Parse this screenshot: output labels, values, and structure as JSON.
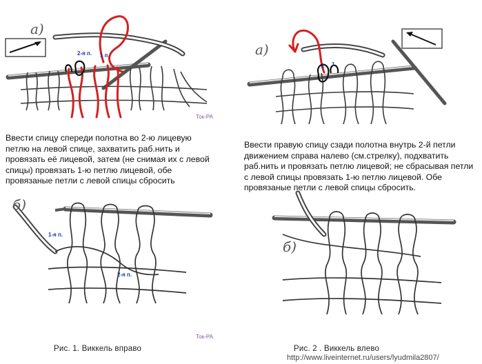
{
  "panels": {
    "left_top_letter": "а)",
    "left_bottom_letter": "б)",
    "right_top_letter": "а)",
    "right_bottom_letter": "б)"
  },
  "labels": {
    "left_top_loop2": "2-я п.",
    "left_top_loop1": "1 п.",
    "left_bottom_loop1": "1-я п.",
    "left_bottom_loop2": "2-я п."
  },
  "watermarks": {
    "left_top": "Ток-РА",
    "left_bottom": "Ток-РА"
  },
  "descriptions": {
    "left": [
      "Ввести спицу спереди полотна во 2-ю лицевую",
      "петлю на левой спице, захватить раб.нить и",
      "провязать её лицевой, затем (не снимая их с левой",
      "спицы) провязать 1-ю петлю лицевой, обе",
      "провязаные петли с левой спицы сбросить"
    ],
    "right": [
      "Ввести правую спицу сзади полотна внутрь 2-й петли",
      "движением справа налево (см.стрелку), подхватить",
      "раб.нить и провязать петлю лицевой; не сбрасывая петли",
      "с левой спицы провязать 1-ю петлю лицевой. Обе",
      "провязаные петли  с левой спицы сбросить."
    ]
  },
  "captions": {
    "left": "Рис. 1. Виккель вправо",
    "right": "Рис. 2 . Виккель влево"
  },
  "source_url": "http://www.liveinternet.ru/users/lyudmila2807/",
  "colors": {
    "yarn_outline": "#3a3a3a",
    "highlight_yarn": "#d42020",
    "blue_labels": "#1a3aa8",
    "needle": "#555555"
  },
  "icons": {
    "left_direction": "arrow-up-right-icon",
    "right_direction": "arrow-up-left-icon"
  }
}
